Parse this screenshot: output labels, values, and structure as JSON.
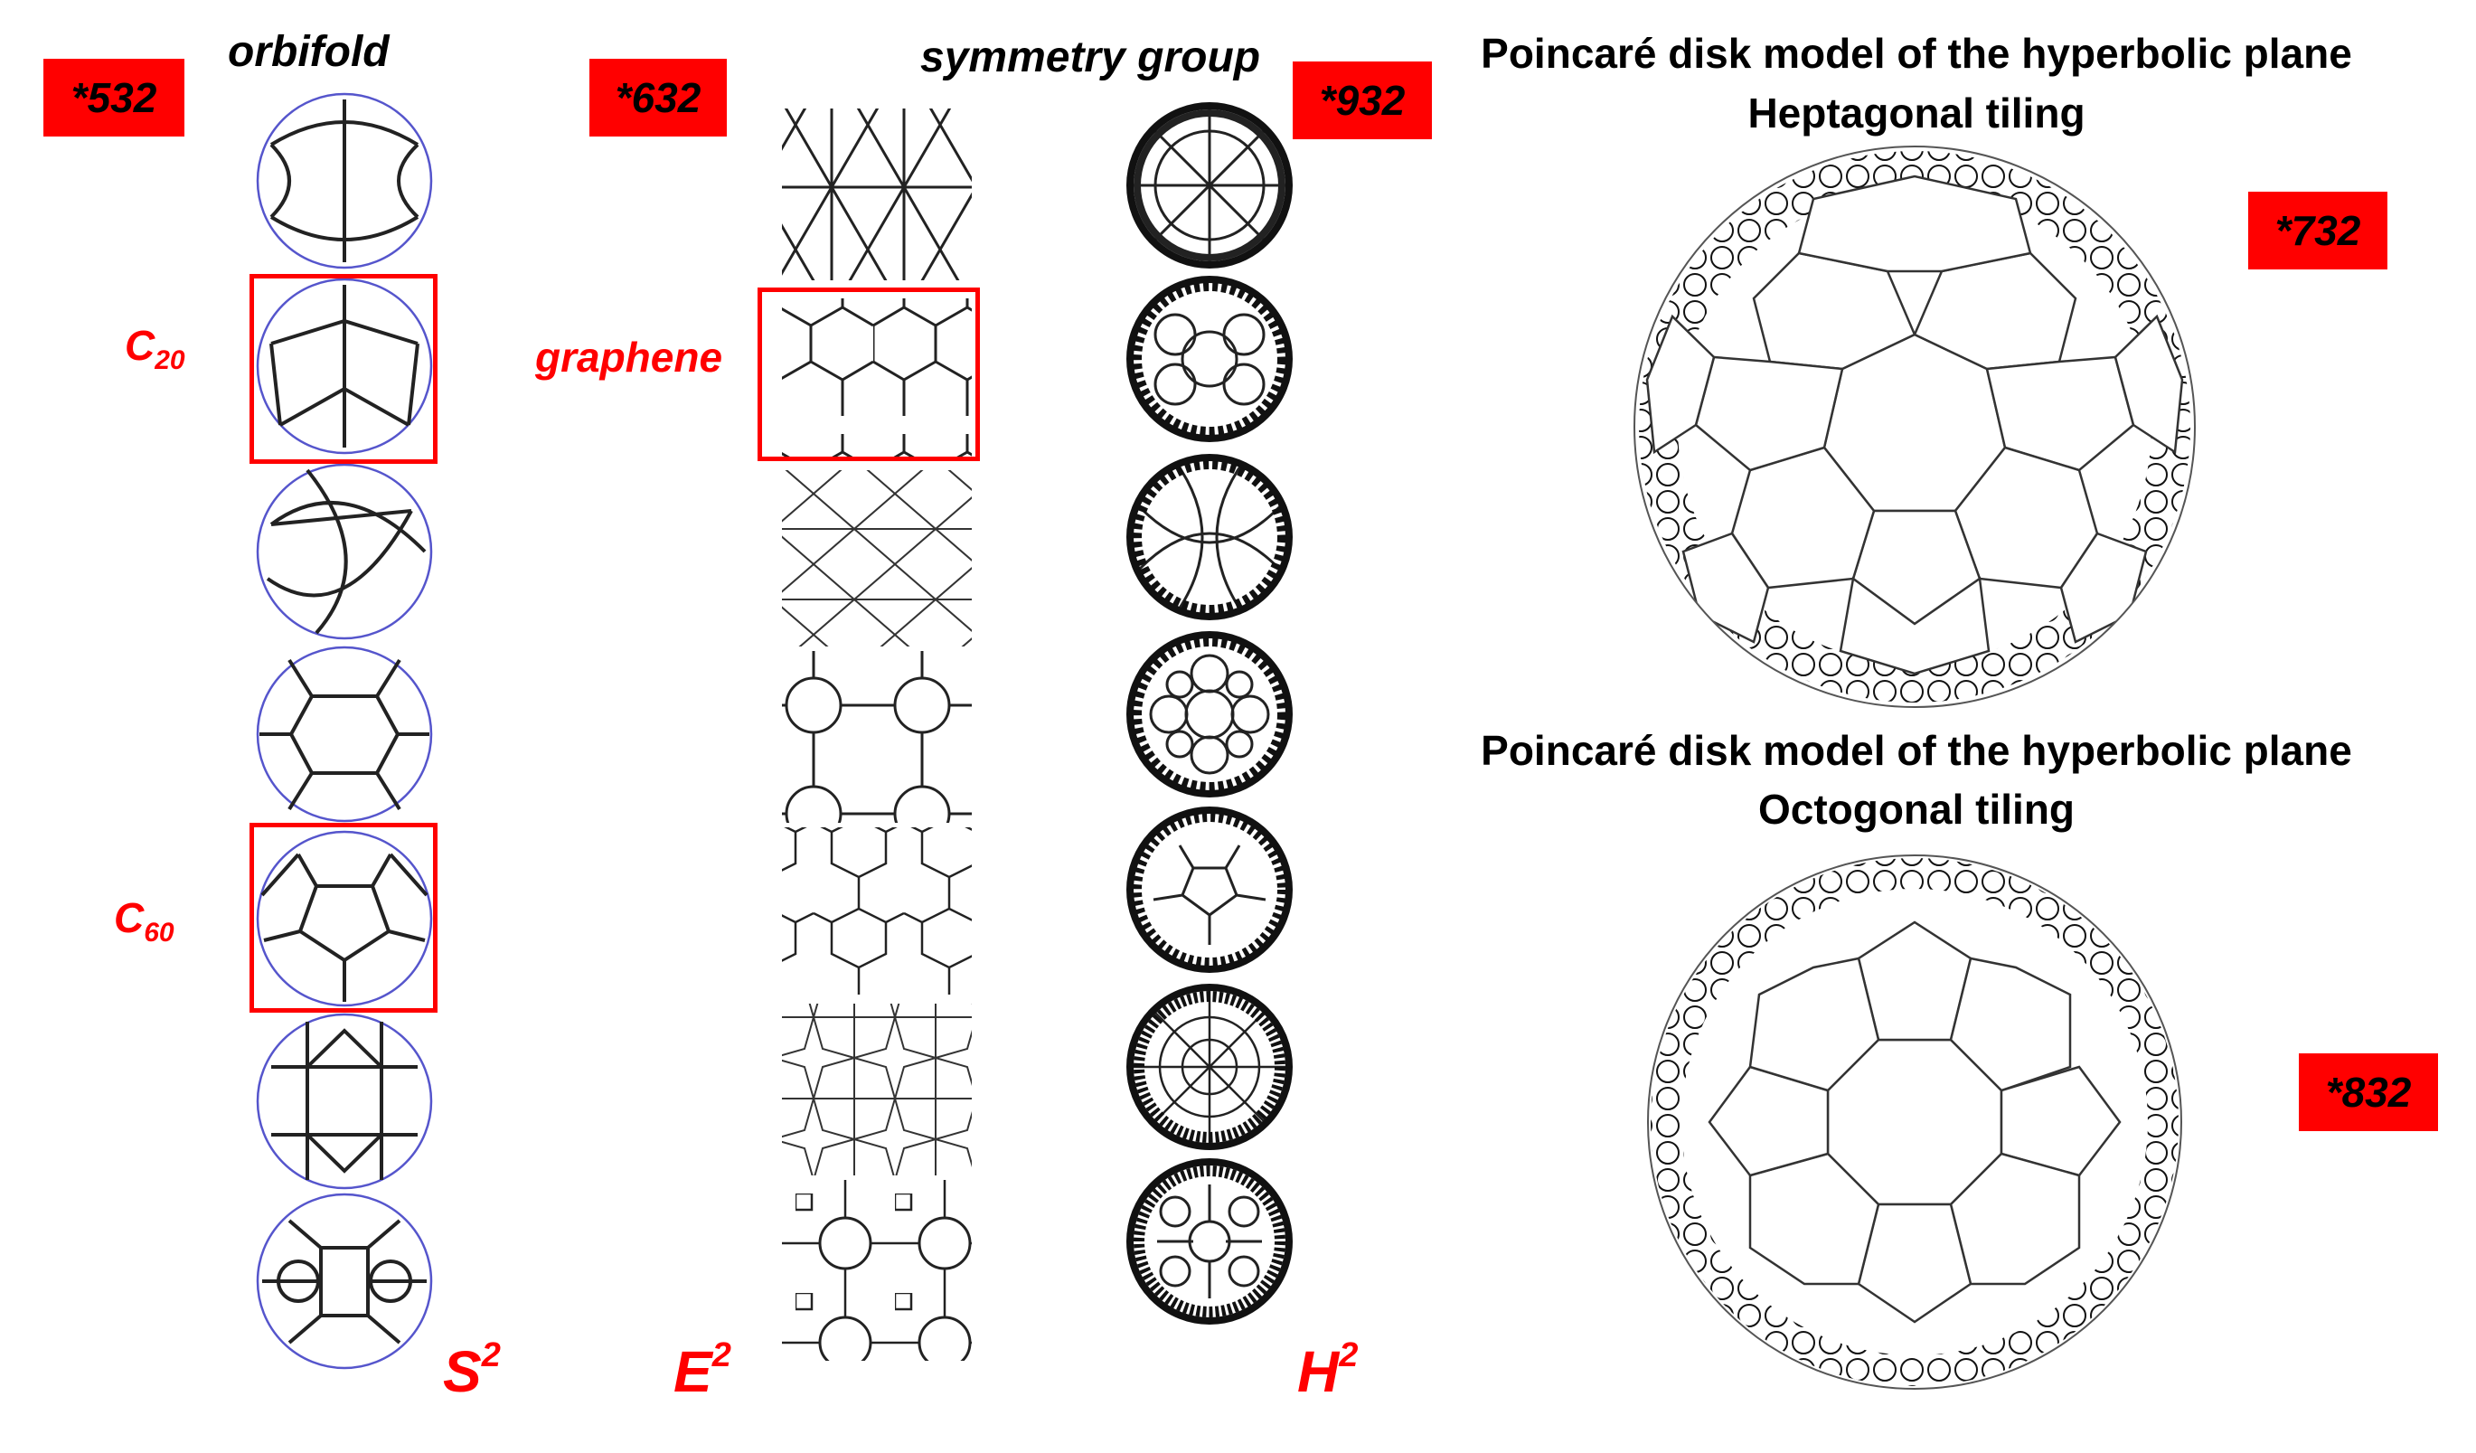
{
  "headers": {
    "orbifold": "orbifold",
    "symmetry_group": "symmetry group"
  },
  "badges": {
    "b532": "*532",
    "b632": "*632",
    "b932": "*932",
    "b732": "*732",
    "b832": "*832"
  },
  "labels": {
    "c20_main": "C",
    "c20_sub": "20",
    "c60_main": "C",
    "c60_sub": "60",
    "graphene": "graphene"
  },
  "spaces": {
    "s_main": "S",
    "s_sup": "2",
    "e_main": "E",
    "e_sup": "2",
    "h_main": "H",
    "h_sup": "2"
  },
  "titles": {
    "hept_line1": "Poincaré disk model of the hyperbolic plane",
    "hept_line2": "Heptagonal tiling",
    "oct_line1": "Poincaré disk model of the hyperbolic plane",
    "oct_line2": "Octogonal tiling"
  },
  "colors": {
    "accent_red": "#ff0000",
    "sphere_outline": "#5555cc",
    "line": "#222222"
  }
}
